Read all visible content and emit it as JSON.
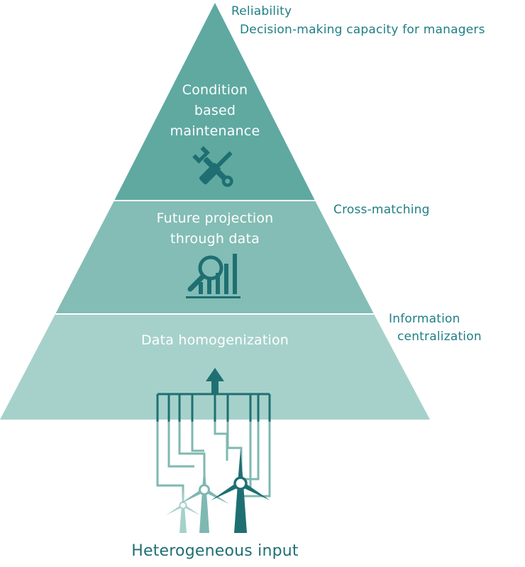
{
  "pyramid": {
    "top_label_lines": [
      "Condition",
      "based",
      "maintenance"
    ],
    "middle_label_lines": [
      "Future projection",
      "through data"
    ],
    "bottom_label": "Data homogenization"
  },
  "side_labels": {
    "top_lines": [
      "Reliability",
      "Decision-making capacity for managers"
    ],
    "middle": "Cross-matching",
    "bottom_lines": [
      "Information",
      "centralization"
    ]
  },
  "input_label": "Heterogeneous input",
  "icons": {
    "top": "wrench-screwdriver-icon",
    "middle": "magnifier-bar-chart-icon",
    "bottom": "up-arrow-icon",
    "input": "wind-turbine-icon"
  },
  "colors": {
    "top_tier": "#5fa9a1",
    "middle_tier": "#83bdb5",
    "bottom_tier": "#a6d1cb",
    "icon_dark": "#1f6f72",
    "accent": "#1f7f85"
  }
}
